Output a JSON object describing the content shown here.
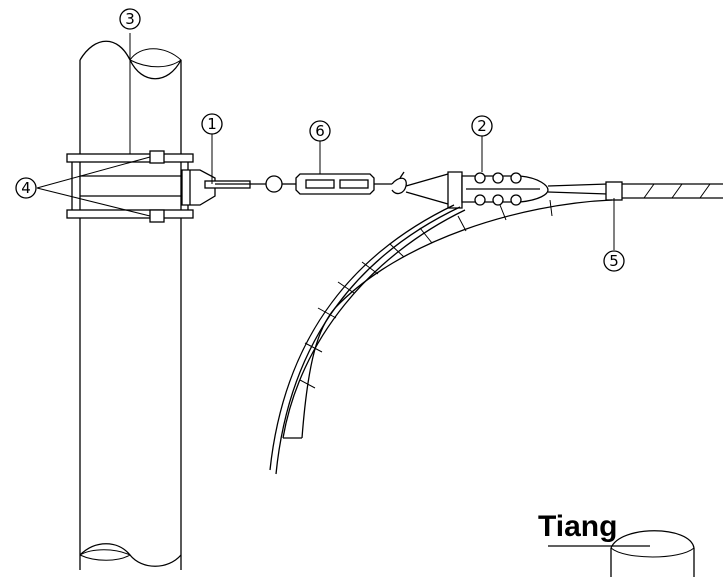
{
  "callouts": [
    "1",
    "2",
    "3",
    "4",
    "5",
    "6"
  ],
  "pole_label": "Tiang"
}
